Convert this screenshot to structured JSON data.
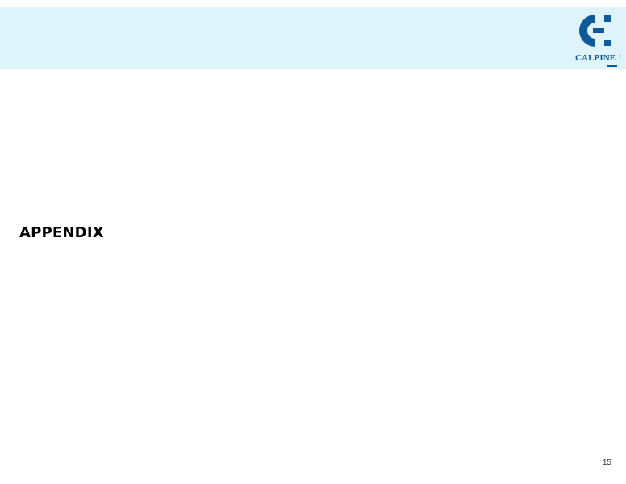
{
  "header": {
    "logo": {
      "icon": "calpine-logo-mark",
      "text": "CALPINE",
      "trademark": "®",
      "brand_color": "#0e5a96"
    },
    "band_color": "#dff3fa"
  },
  "main": {
    "section_title": "APPENDIX"
  },
  "footer": {
    "page_number": "15"
  }
}
